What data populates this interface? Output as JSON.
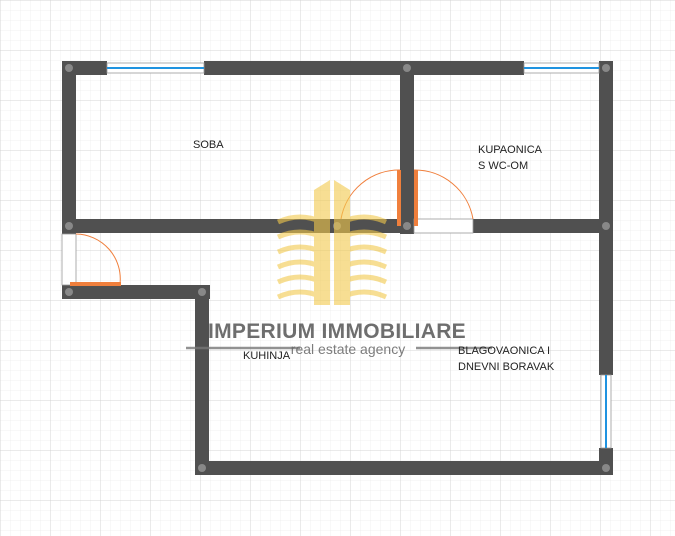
{
  "plan": {
    "rooms": {
      "soba": "SOBA",
      "kupaonica_line1": "KUPAONICA",
      "kupaonica_line2": "S WC-OM",
      "kuhinja": "KUHINJA",
      "blagovaonica_line1": "BLAGOVAONICA I",
      "blagovaonica_line2": "DNEVNI BORAVAK"
    }
  },
  "watermark": {
    "title": "IMPERIUM IMMOBILIARE",
    "subtitle": "real estate agency"
  },
  "colors": {
    "wall": "#505050",
    "joint": "#888888",
    "window": "#1f93e0",
    "door": "#f07f3c",
    "grid_minor": "#e6e6e6",
    "grid_major": "#cccccc",
    "logo": "#f2c94c"
  }
}
